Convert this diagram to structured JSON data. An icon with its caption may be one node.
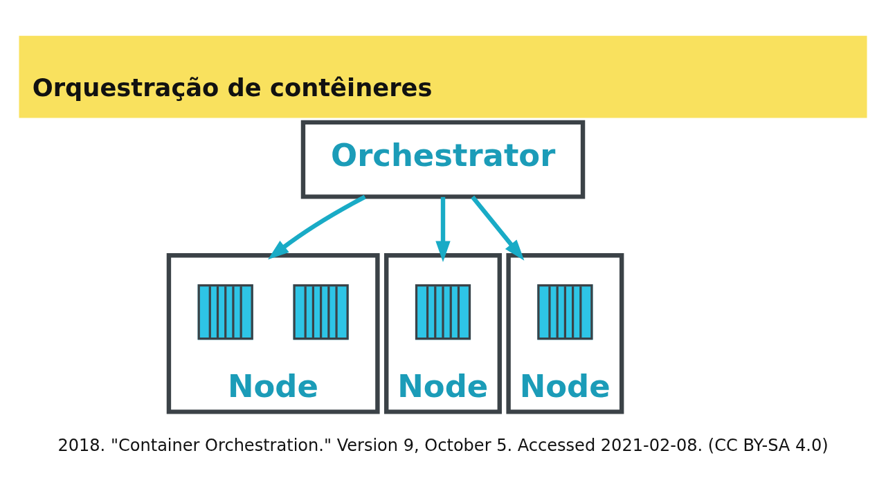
{
  "diagram": {
    "title": "Orquestração de contêineres",
    "caption": "2018. \"Container Orchestration.\" Version 9, October 5. Accessed 2021-02-08. (CC BY-SA 4.0)",
    "nodes": [
      {
        "text": [
          "Orchestrator"
        ]
      },
      {
        "text": [
          "Node"
        ]
      },
      {
        "text": [],
        "shape": "box",
        "in": 1
      },
      {
        "text": [],
        "shape": "box",
        "in": 1
      },
      {
        "text": [
          "Node"
        ]
      },
      {
        "text": [],
        "shape": "box",
        "in": 4
      },
      {
        "text": [
          "Node"
        ]
      },
      {
        "text": [],
        "shape": "box",
        "in": 6
      }
    ],
    "edges": [
      {
        "from": 0,
        "to": 1,
        "arrow": "to"
      },
      {
        "from": 0,
        "to": 4,
        "arrow": "to"
      },
      {
        "from": 0,
        "to": 6,
        "arrow": "to"
      }
    ]
  }
}
